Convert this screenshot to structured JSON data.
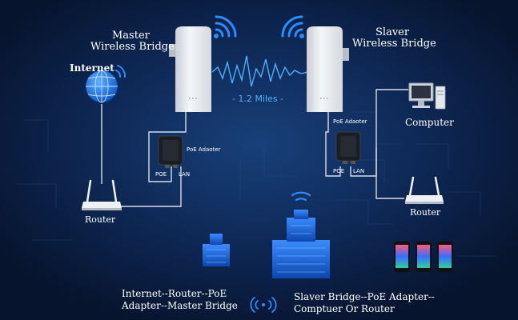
{
  "labels": {
    "master_bridge": [
      "Master",
      "Wireless Bridge"
    ],
    "slaver_bridge": [
      "Slaver",
      "Wireless Bridge"
    ],
    "internet": "Internet",
    "router_left": "Router",
    "router_right": "Router",
    "computer": "Computer",
    "distance": "- 1.2 Miles -",
    "poe_adapter_left": "PoE Adaoter",
    "poe_adapter_right": "PoE Adaoter",
    "port_poe": "POE",
    "port_lan": "LAN",
    "caption_left": [
      "Internet--Router--PoE",
      "Adapter--Master Bridge"
    ],
    "caption_right": [
      "Slaver Bridge--PoE Adapter--",
      "Comptuer Or Router"
    ]
  },
  "colors": {
    "background": "#0a1a38",
    "accent_blue": "#1e7bff",
    "wire": "#d8dde6",
    "device_white": "#eef1f4"
  },
  "icons": {
    "internet": "globe-icon",
    "wifi": "wifi-signal-icon",
    "buildings": "office-building-icon",
    "phones": "smartphone-icon"
  }
}
